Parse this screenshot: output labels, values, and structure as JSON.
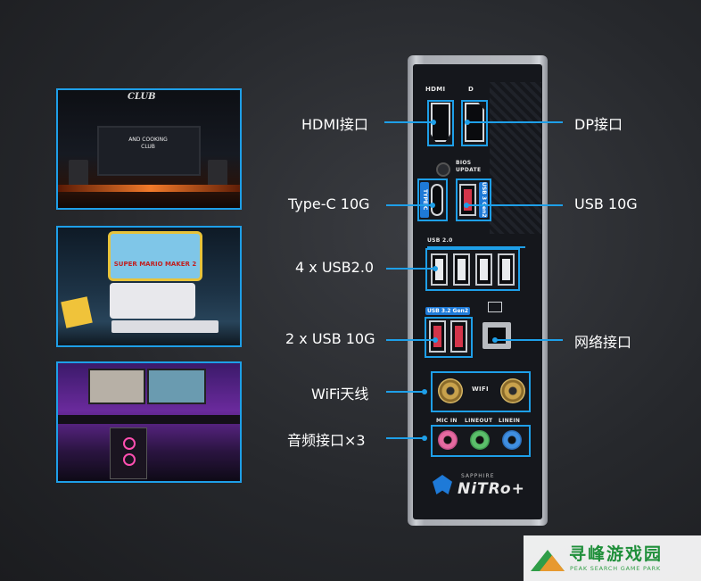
{
  "thumbnails": [
    {
      "sign_text": "CLUB",
      "screen_text": "AND COOKING CLUB"
    },
    {
      "screen_text": "SUPER MARIO MAKER 2"
    },
    {}
  ],
  "io_panel": {
    "hdmi_label": "HDMI",
    "dp_label": "D",
    "bios_label": "BIOS\nUPDATE",
    "typec_tag": "TYPE C",
    "usb3_tag": "USB 3 Gen2",
    "usb20_label": "USB 2.0",
    "usb32_tag": "USB 3.2 Gen2",
    "wifi_label": "WIFI",
    "audio_labels": [
      "MIC IN",
      "LINEOUT",
      "LINEIN"
    ],
    "brand_small": "SAPPHIRE",
    "brand_big": "NiTRo+"
  },
  "callouts": {
    "hdmi": "HDMI接口",
    "dp": "DP接口",
    "typec": "Type-C 10G",
    "usb10g": "USB 10G",
    "usb20": "4 x USB2.0",
    "usb2x10g": "2 x USB 10G",
    "lan": "网络接口",
    "wifi": "WiFi天线",
    "audio": "音频接口×3"
  },
  "watermark": {
    "title": "寻峰游戏园",
    "subtitle": "PEAK SEARCH GAME PARK"
  },
  "colors": {
    "accent": "#1e9fe8",
    "usb_red": "#d3354a",
    "audio_pink": "#e56aa0",
    "audio_green": "#5bbf6a",
    "audio_blue": "#3f8ee0",
    "watermark_green": "#1f8f3a"
  }
}
